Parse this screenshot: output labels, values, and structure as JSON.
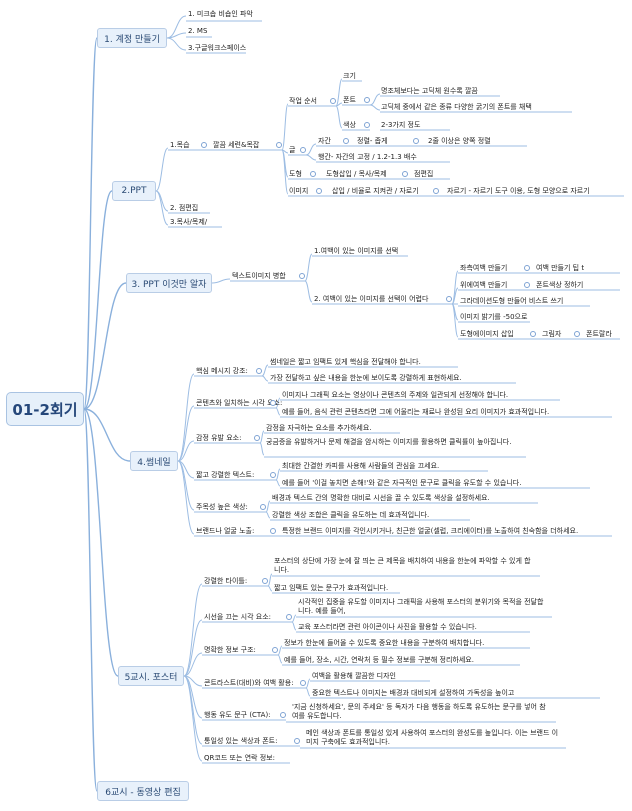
{
  "root": "01-2회기",
  "s1": {
    "title": "1. 계정 만들기",
    "items": [
      "1. 미크솝 비숍인 파악",
      "2. MS",
      "3.구글워크스페이스"
    ]
  },
  "s2": {
    "title": "2.PPT",
    "n1": "1.목습",
    "n1a": "깔끔 세련&목잡",
    "style": "작업 순서",
    "size": "크기",
    "font": "폰트",
    "font1": "명조체보다는 고딕체 원수록 깔끔",
    "font2": "고딕체 중에서 같은 종류 다양한 굵기의 폰트를 채택",
    "color": "색상",
    "color1": "2-3가지 정도",
    "text": "글",
    "textA": "자간",
    "textB": "정렬- 좁게",
    "textC": "2줄 이상은 양쪽 정렬",
    "textD": "행간- 자간의 고정 / 1.2-1.3 배수",
    "shape": "도형",
    "shape1": "도형삽입 / 목사/목제",
    "shape2": "점편집",
    "img": "이미지",
    "img1": "삽입 / 비율로 지켜관 / 자로기",
    "img2": "자르기 - 자르기 도구 이용, 도형 모양으로 자르기",
    "n2": "2. 점편집",
    "n3": "3.목사/목제/"
  },
  "s3": {
    "title": "3. PPT 이것만 알자",
    "a": "텍스트이미지 병합",
    "b1": "1.여백이 있는 이미지를 선택",
    "b2": "2. 여백이 있는 이미지를 선택이 어렵다",
    "c1": "좌측여백 만들기",
    "c1a": "여백 만들기 팁 t",
    "c2": "위에여백 만들기",
    "c2a": "폰트색상 정하기",
    "c3": "그라데이션도형 만들어 비스트 쓰기",
    "c4": "이미지 밝기를 -50으로",
    "c5": "도형에이미지 삽입",
    "c5a": "그림자",
    "c5b": "폰트랄라"
  },
  "s4": {
    "title": "4.썸네일",
    "k1": "핵심 메시지 강조:",
    "k1a": "썸네일은 짧고 임팩트 있게 핵심을 전달해야 합니다.",
    "k1b": "가장 전달하고 싶은 내용을 한눈에 보이도록 강렬하게 표현하세요.",
    "k2": "콘텐츠와 일치하는 시각 요소:",
    "k2a": "이미지나 그래픽 요소는 영상이나 콘텐츠의 주제와 일관되게 선정해야 합니다.",
    "k2b": "예를 들어, 음식 관련 콘텐츠라면 그에 어울리는 재료나 완성된 요리 이미지가 효과적입니다.",
    "k3": "감정 유발 요소:",
    "k3a": "감정을 자극하는 요소를 추가하세요.",
    "k3b": "궁금증을 유발하거나 문제 해결을 암시하는 이미지를 활용하면 클릭률이 높아집니다.",
    "k4": "짧고 강렬한 텍스트:",
    "k4a": "최대한 간결한 카피를 사용해 사람들의 관심을 끄세요.",
    "k4b": "예를 들어 '이걸 놓치면 손해!'와 같은 자극적인 문구로 클릭을 유도할 수 있습니다.",
    "k5": "주목성 높은 색상:",
    "k5a": "배경과 텍스트 간의 명확한 대비로 시선을 끌 수 있도록 색상을 설정하세요.",
    "k5b": "강렬한 색상 조합은 클릭을 유도하는 데 효과적입니다.",
    "k6": "브랜드나 얼굴 노출:",
    "k6a": "특정한 브랜드 이미지를 각인시키거나, 친근한 얼굴(셀럽, 크리에이터)를 노출하여 친숙함을 더하세요."
  },
  "s5": {
    "title": "5교시. 포스터",
    "p1": "강렬한 타이틀:",
    "p1a": "포스터의 상단에 가장 눈에 잘 띄는 큰 제목을 배치하여 내용을 한눈에 파악할 수 있게 합니다.",
    "p1b": "짧고 임팩트 있는 문구가 효과적입니다.",
    "p2": "시선을 끄는 시각 요소:",
    "p2a": "시각적인 집중을 유도할 이미지나 그래픽을 사용해 포스터의 분위기와 목적을 전달합니다. 예를 들어,",
    "p2b": "교육 포스터라면 관련 아이콘이나 사진을 활용할 수 있습니다.",
    "p3": "명확한 정보 구조:",
    "p3a": "정보가 한눈에 들어올 수 있도록 중요한 내용을 구분하여 배치합니다.",
    "p3b": "예를 들어, 장소, 시간, 연락처 등 필수 정보를 구분해 정리하세요.",
    "p4": "콘트라스트(대비)와 여백 활용:",
    "p4a": "여백을 활용해 깔끔한 디자인",
    "p4b": "중요한 텍스트나 이미지는 배경과 대비되게 설정하여 가독성을 높이고",
    "p5": "행동 유도 문구 (CTA):",
    "p5a": "'지금 신청하세요', 문의 주세요' 등 독자가 다음 행동을 하도록 유도하는 문구를 넣어 참여를 유도합니다.",
    "p6": "통일성 있는 색상과 폰트:",
    "p6a": "메인 색상과 폰트를 통일성 있게 사용하여 포스터의 완성도를 높입니다. 이는 브랜드 이미지 구축에도 효과적입니다.",
    "p7": "QR코드 또는 연락 정보:"
  },
  "s6": {
    "title": "6교시 - 동영상 편집"
  }
}
